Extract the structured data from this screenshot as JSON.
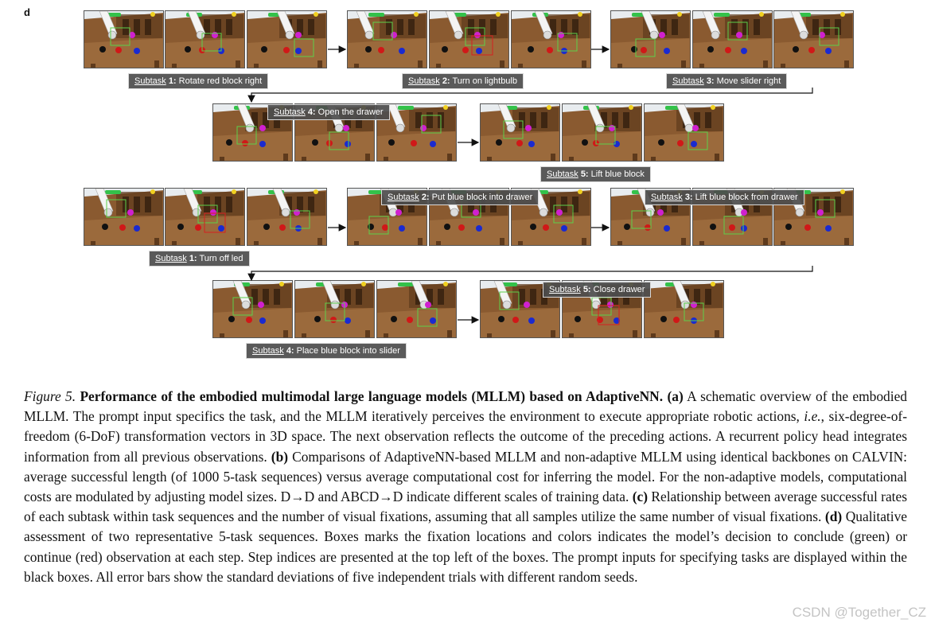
{
  "panel_letter": "d",
  "subtasks": [
    {
      "prefix": "Subtask",
      "num": "1:",
      "text": "Rotate red block right"
    },
    {
      "prefix": "Subtask",
      "num": "2:",
      "text": "Turn on lightbulb"
    },
    {
      "prefix": "Subtask",
      "num": "3:",
      "text": "Move slider right"
    },
    {
      "prefix": "Subtask",
      "num": "4:",
      "text": "Open the drawer"
    },
    {
      "prefix": "Subtask",
      "num": "5:",
      "text": "Lift blue block"
    },
    {
      "prefix": "Subtask",
      "num": "1:",
      "text": "Turn off led"
    },
    {
      "prefix": "Subtask",
      "num": "2:",
      "text": "Put blue block into drawer"
    },
    {
      "prefix": "Subtask",
      "num": "3:",
      "text": "Lift blue block from drawer"
    },
    {
      "prefix": "Subtask",
      "num": "4:",
      "text": "Place blue block into slider"
    },
    {
      "prefix": "Subtask",
      "num": "5:",
      "text": "Close drawer"
    }
  ],
  "caption": {
    "fig_label": "Figure 5.",
    "title": "Performance of the embodied multimodal large language models (MLLM) based on AdaptiveNN.",
    "a_label": "(a)",
    "a_text": "A schematic overview of the embodied MLLM. The prompt input specifics the task, and the MLLM iteratively perceives the environment to execute appropriate robotic actions,",
    "a_ie": "i.e.",
    "a_text2": ", six-degree-of-freedom (6-DoF) transformation vectors in 3D space. The next observation reflects the outcome of the preceding actions. A recurrent policy head integrates information from all previous observations.",
    "b_label": "(b)",
    "b_text": "Comparisons of AdaptiveNN-based MLLM and non-adaptive MLLM using identical backbones on CALVIN: average successful length (of 1000 5-task sequences) versus average computational cost for inferring the model. For the non-adaptive models, computational costs are modulated by adjusting model sizes. D→D and ABCD→D indicate different scales of training data.",
    "c_label": "(c)",
    "c_text": "Relationship between average successful rates of each subtask within task sequences and the number of visual fixations, assuming that all samples utilize the same number of visual fixations.",
    "d_label": "(d)",
    "d_text": "Qualitative assessment of two representative 5-task sequences. Boxes marks the fixation locations and colors indicates the model’s decision to conclude (green) or continue (red) observation at each step. Step indices are presented at the top left of the boxes. The prompt inputs for specifying tasks are displayed within the black boxes. All error bars show the standard deviations of five independent trials with different random seeds."
  },
  "watermark": "CSDN @Together_CZ",
  "colors": {
    "wood": "#8a5a30",
    "wood_dark": "#5e3a1c",
    "sky": "#e8ecef",
    "fixation_green": "#5cd04a",
    "fixation_red": "#d42020"
  }
}
